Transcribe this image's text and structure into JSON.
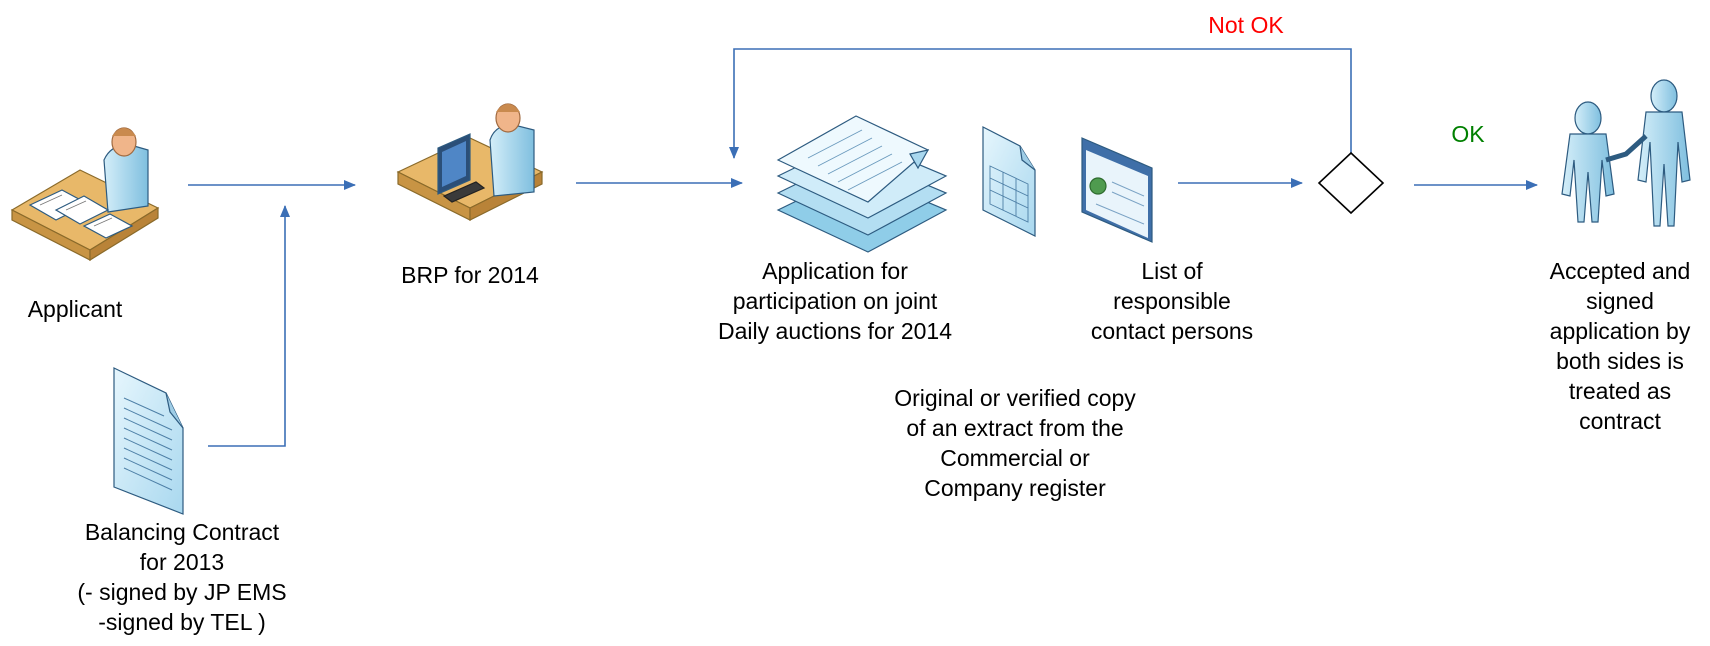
{
  "nodes": {
    "applicant": {
      "lines": [
        "Applicant"
      ]
    },
    "brp": {
      "lines": [
        "BRP for 2014"
      ]
    },
    "balancing_contract": {
      "lines": [
        "Balancing Contract",
        "for 2013",
        "(- signed by JP EMS",
        "-signed by TEL )"
      ]
    },
    "application": {
      "lines": [
        "Application for",
        "participation on joint",
        "Daily auctions for 2014"
      ]
    },
    "contact_list": {
      "lines": [
        "List of",
        "responsible",
        "contact persons"
      ]
    },
    "extract": {
      "lines": [
        "Original or verified copy",
        "of an extract from the",
        "Commercial or",
        "Company register"
      ]
    },
    "accepted": {
      "lines": [
        "Accepted and",
        "signed",
        "application by",
        "both sides is",
        "treated as",
        "contract"
      ]
    }
  },
  "edges": {
    "not_ok": {
      "label": "Not OK",
      "color": "#ff0000"
    },
    "ok": {
      "label": "OK",
      "color": "#008000"
    }
  },
  "colors": {
    "arrow": "#3b6fb6",
    "icon_fill": "#bfe4f6",
    "icon_stroke": "#2d5b80",
    "skin": "#f0b58a",
    "desk": "#e8b869"
  },
  "icons": {
    "applicant": "person-at-desk-with-papers-icon",
    "brp": "person-at-computer-icon",
    "balancing_contract": "document-icon",
    "application": "stacked-documents-icon",
    "spreadsheet": "spreadsheet-document-icon",
    "contact_list": "web-page-icon",
    "decision": "decision-diamond-icon",
    "accepted": "handshake-icon"
  }
}
